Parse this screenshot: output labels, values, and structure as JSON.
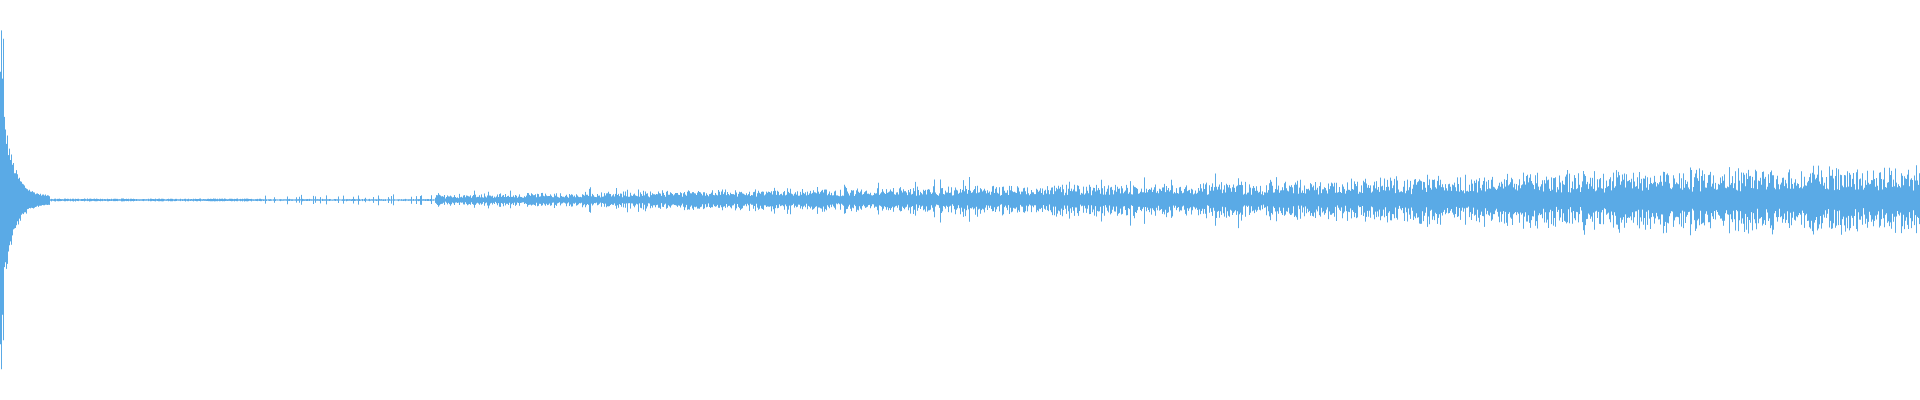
{
  "waveform": {
    "color": "#5aaae6",
    "background": "#ffffff",
    "amplitude_profile": {
      "attack_peak": 0.94,
      "decay_level": 0.02,
      "quiet_section_level": 0.03,
      "body_level": 0.1,
      "loud_section_level": 0.18,
      "end_peak": 0.2
    }
  }
}
